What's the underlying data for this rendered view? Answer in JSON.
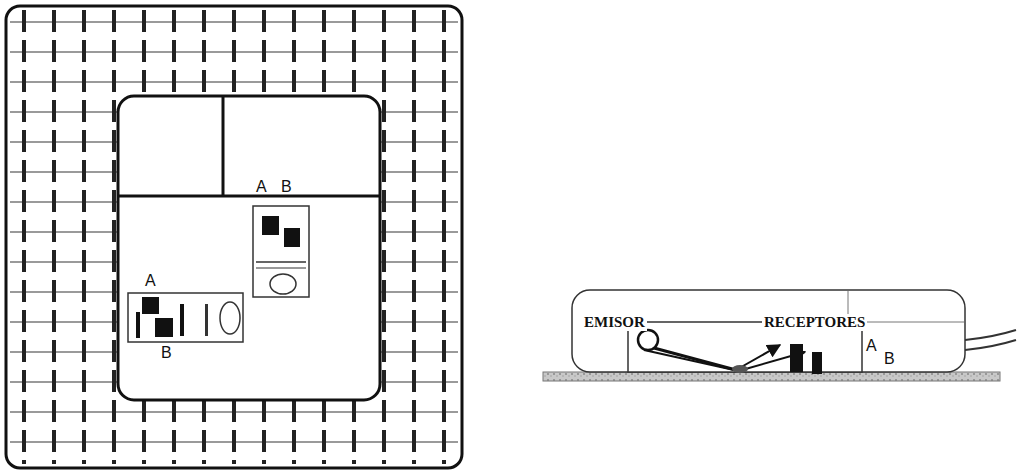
{
  "diagram": {
    "labels": [
      "A",
      "B",
      "A",
      "B",
      "EMISOR",
      "RECEPTORES",
      "A",
      "B"
    ]
  }
}
